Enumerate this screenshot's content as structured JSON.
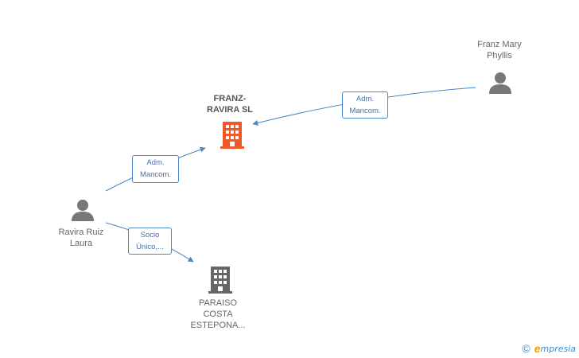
{
  "nodes": {
    "company_main": {
      "name": "FRANZ-\nRAVIRA SL",
      "color": "#f05a28"
    },
    "person_franz": {
      "name": "Franz Mary\nPhyllis"
    },
    "person_ravira": {
      "name": "Ravira Ruiz\nLaura"
    },
    "company_paraiso": {
      "name": "PARAISO\nCOSTA\nESTEPONA..."
    }
  },
  "edges": {
    "franz_to_main": {
      "label": "Adm.\nMancom."
    },
    "ravira_to_main": {
      "label": "Adm.\nMancom."
    },
    "ravira_to_paraiso": {
      "label": "Socio\nÚnico,..."
    }
  },
  "colors": {
    "edge": "#4a86c8",
    "person_icon": "#777777",
    "company_icon": "#666666"
  },
  "footer": {
    "copyright": "©",
    "brand_first": "e",
    "brand_rest": "mpresia"
  }
}
